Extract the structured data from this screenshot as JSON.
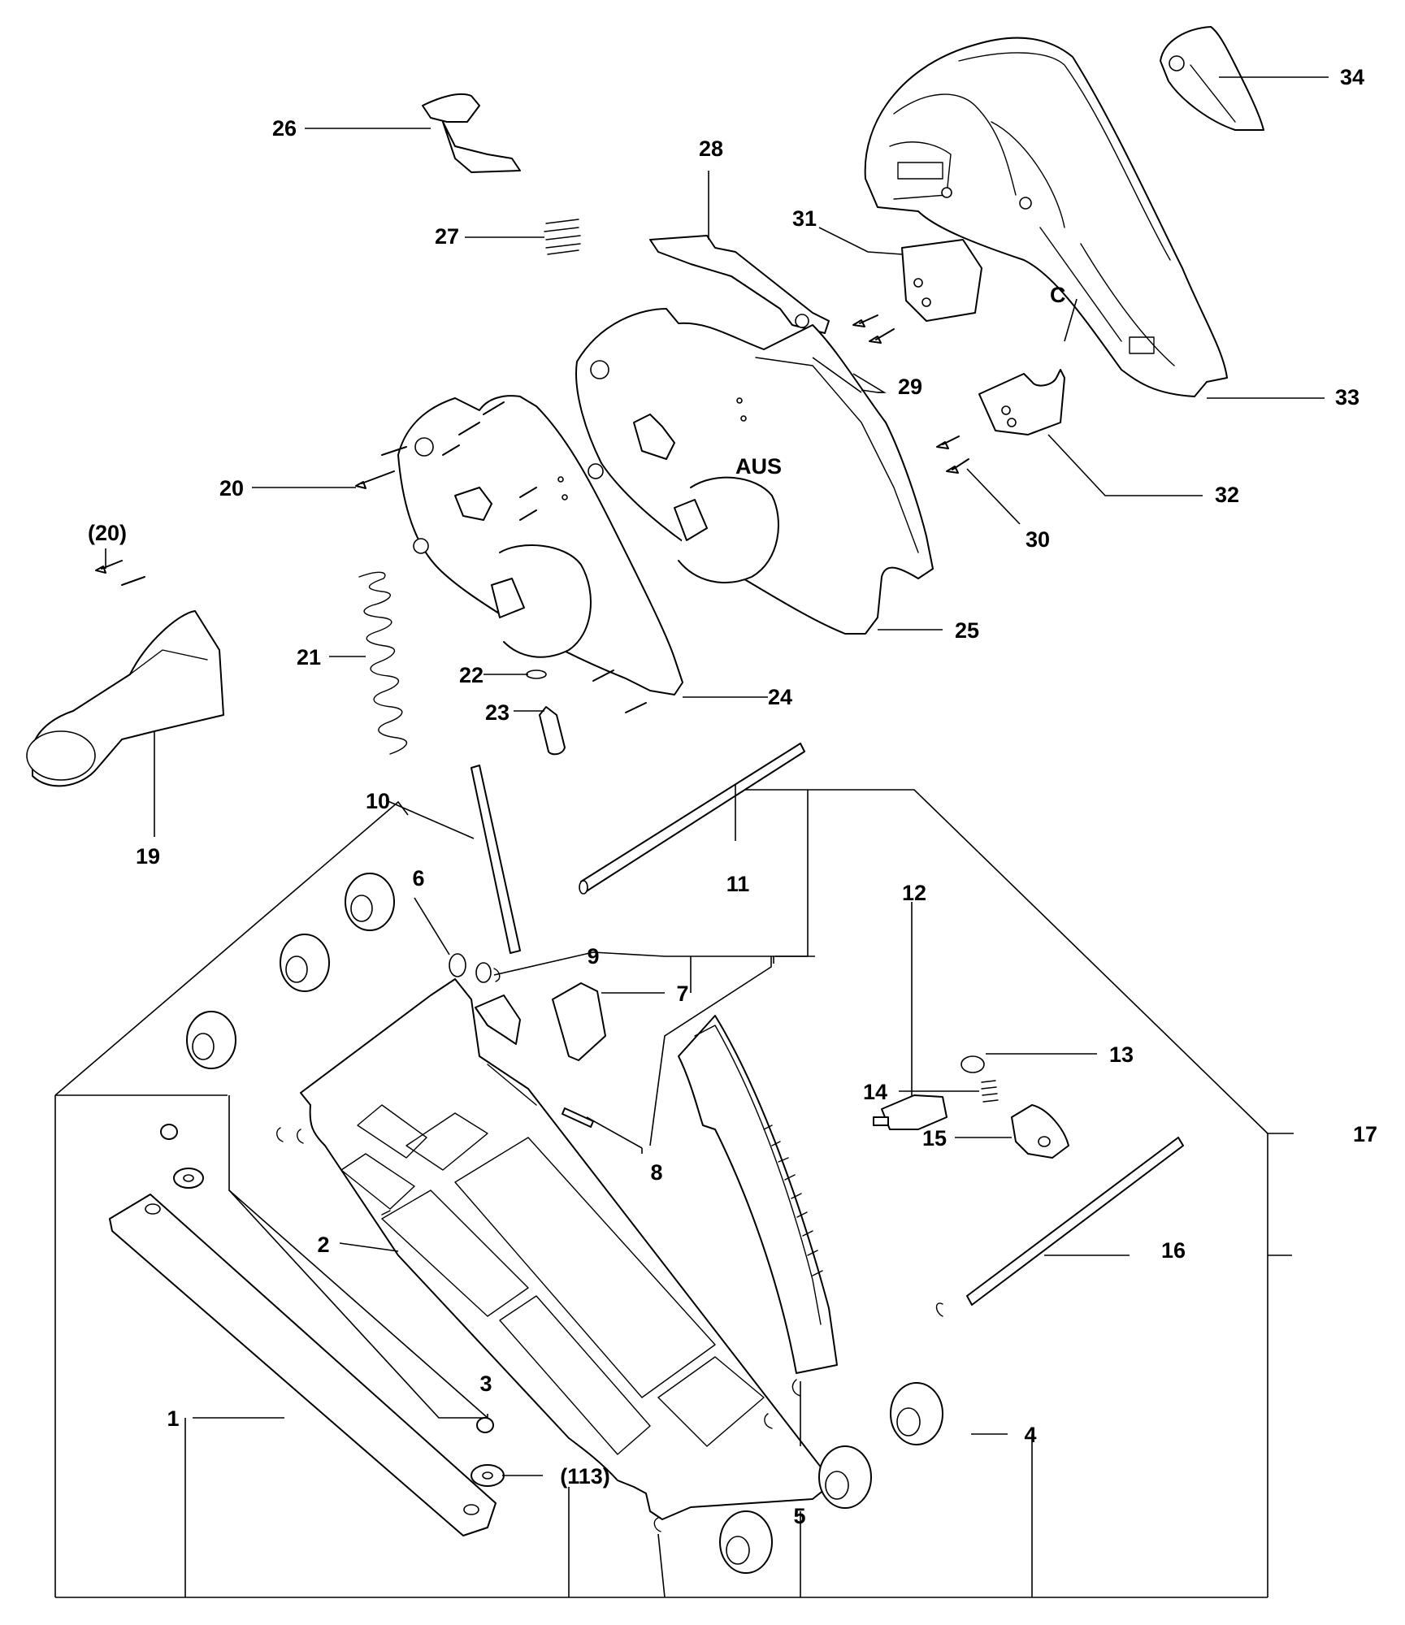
{
  "parts": {
    "p1": "1",
    "p2": "2",
    "p3": "3",
    "p4": "4",
    "p5": "5",
    "p6": "6",
    "p7": "7",
    "p8": "8",
    "p9": "9",
    "p10": "10",
    "p11": "11",
    "p12": "12",
    "p13": "13",
    "p14": "14",
    "p15": "15",
    "p16": "16",
    "p17": "17",
    "p19": "19",
    "p20": "20",
    "p20ref": "(20)",
    "p21": "21",
    "p22": "22",
    "p23": "23",
    "p24": "24",
    "p25": "25",
    "p26": "26",
    "p27": "27",
    "p28": "28",
    "p29": "29",
    "p30": "30",
    "p31": "31",
    "p32": "32",
    "p33": "33",
    "p34": "34",
    "p113ref": "(113)"
  },
  "markings": {
    "guard_text": "AUS",
    "detail_c": "C"
  }
}
